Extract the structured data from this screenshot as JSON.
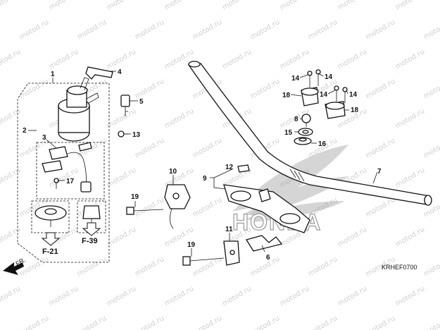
{
  "watermark": {
    "text": "motod.ru"
  },
  "brand_mark": {
    "text": "HONDA"
  },
  "diagram_code": "KRHEF0700",
  "direction_marker": {
    "text": "FR."
  },
  "references": [
    "F-21",
    "F-39"
  ],
  "callouts": {
    "c1": "1",
    "c2": "2",
    "c3": "3",
    "c4": "4",
    "c5": "5",
    "c6": "6",
    "c7": "7",
    "c8": "8",
    "c9": "9",
    "c10": "10",
    "c11": "11",
    "c12": "12",
    "c13": "13",
    "c14a": "14",
    "c14b": "14",
    "c14c": "14",
    "c14d": "14",
    "c15": "15",
    "c16": "16",
    "c17": "17",
    "c18a": "18",
    "c18b": "18",
    "c19a": "19",
    "c19b": "19"
  }
}
